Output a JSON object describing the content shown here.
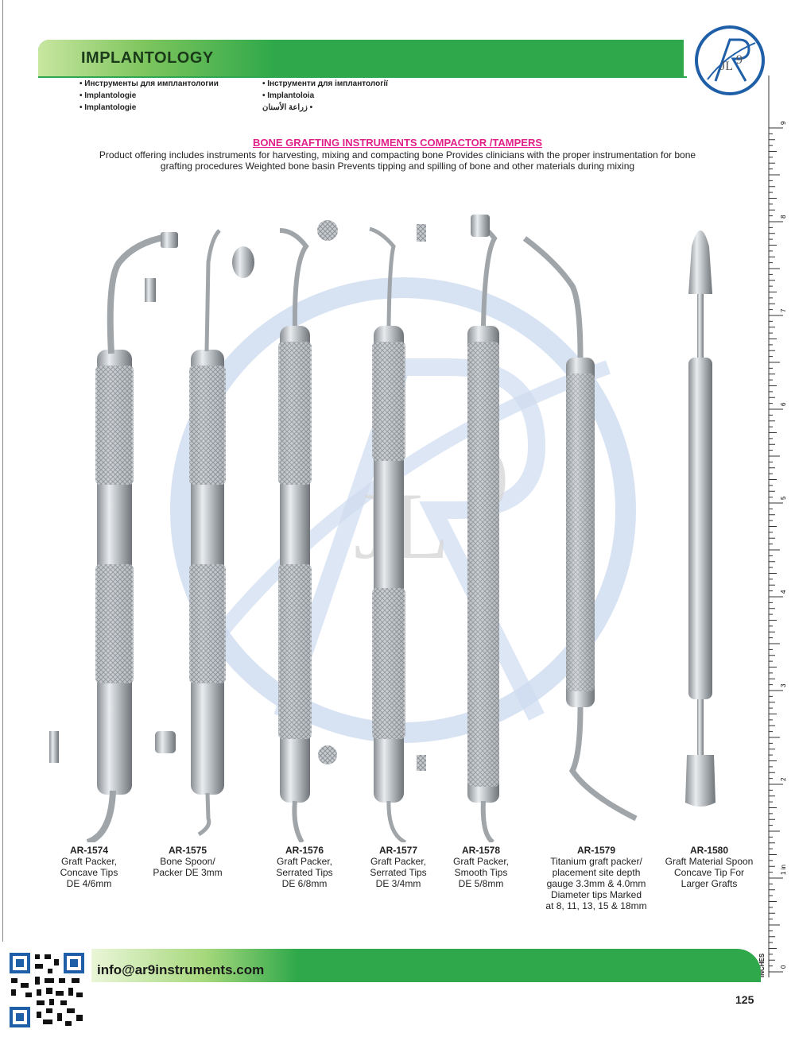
{
  "header": {
    "title": "IMPLANTOLOGY",
    "languages": [
      "Инструменты для имплантологии",
      "Implantologie",
      "Implantologie",
      "Інструменти для імплантології",
      "Implantoloia",
      "زراعة الأسنان"
    ]
  },
  "logo": {
    "letters": "R",
    "sub": "JL",
    "number": "9"
  },
  "section": {
    "title": "BONE GRAFTING INSTRUMENTS COMPACTOR /TAMPERS",
    "description": "Product offering includes instruments for harvesting, mixing and compacting bone Provides clinicians with the proper instrumentation for bone grafting procedures Weighted bone basin  Prevents tipping and spilling of bone and other materials during mixing"
  },
  "products": [
    {
      "code": "AR-1574",
      "lines": [
        "Graft Packer,",
        "Concave Tips",
        "DE 4/6mm"
      ]
    },
    {
      "code": "AR-1575",
      "lines": [
        "Bone Spoon/",
        "Packer DE 3mm"
      ]
    },
    {
      "code": "AR-1576",
      "lines": [
        "Graft Packer,",
        "Serrated Tips",
        "DE 6/8mm"
      ]
    },
    {
      "code": "AR-1577",
      "lines": [
        "Graft Packer,",
        "Serrated Tips",
        "DE 3/4mm"
      ]
    },
    {
      "code": "AR-1578",
      "lines": [
        "Graft Packer,",
        "Smooth Tips",
        "DE 5/8mm"
      ]
    },
    {
      "code": "AR-1579",
      "lines": [
        "Titanium graft packer/",
        "placement site depth",
        "gauge 3.3mm & 4.0mm",
        "Diameter tips Marked",
        "at 8, 11, 13, 15 & 18mm"
      ]
    },
    {
      "code": "AR-1580",
      "lines": [
        "Graft Material Spoon",
        "Concave Tip For",
        "Larger Grafts"
      ]
    }
  ],
  "ruler": {
    "unit_label": "INCHES",
    "numbers": [
      "0",
      "1 in",
      "2",
      "3",
      "4",
      "5",
      "6",
      "7",
      "8",
      "9"
    ]
  },
  "footer": {
    "email": "info@ar9instruments.com",
    "page_number": "125"
  },
  "colors": {
    "brand_green": "#2ea84a",
    "title_pink": "#e0218a",
    "logo_blue": "#1f5fa8"
  }
}
